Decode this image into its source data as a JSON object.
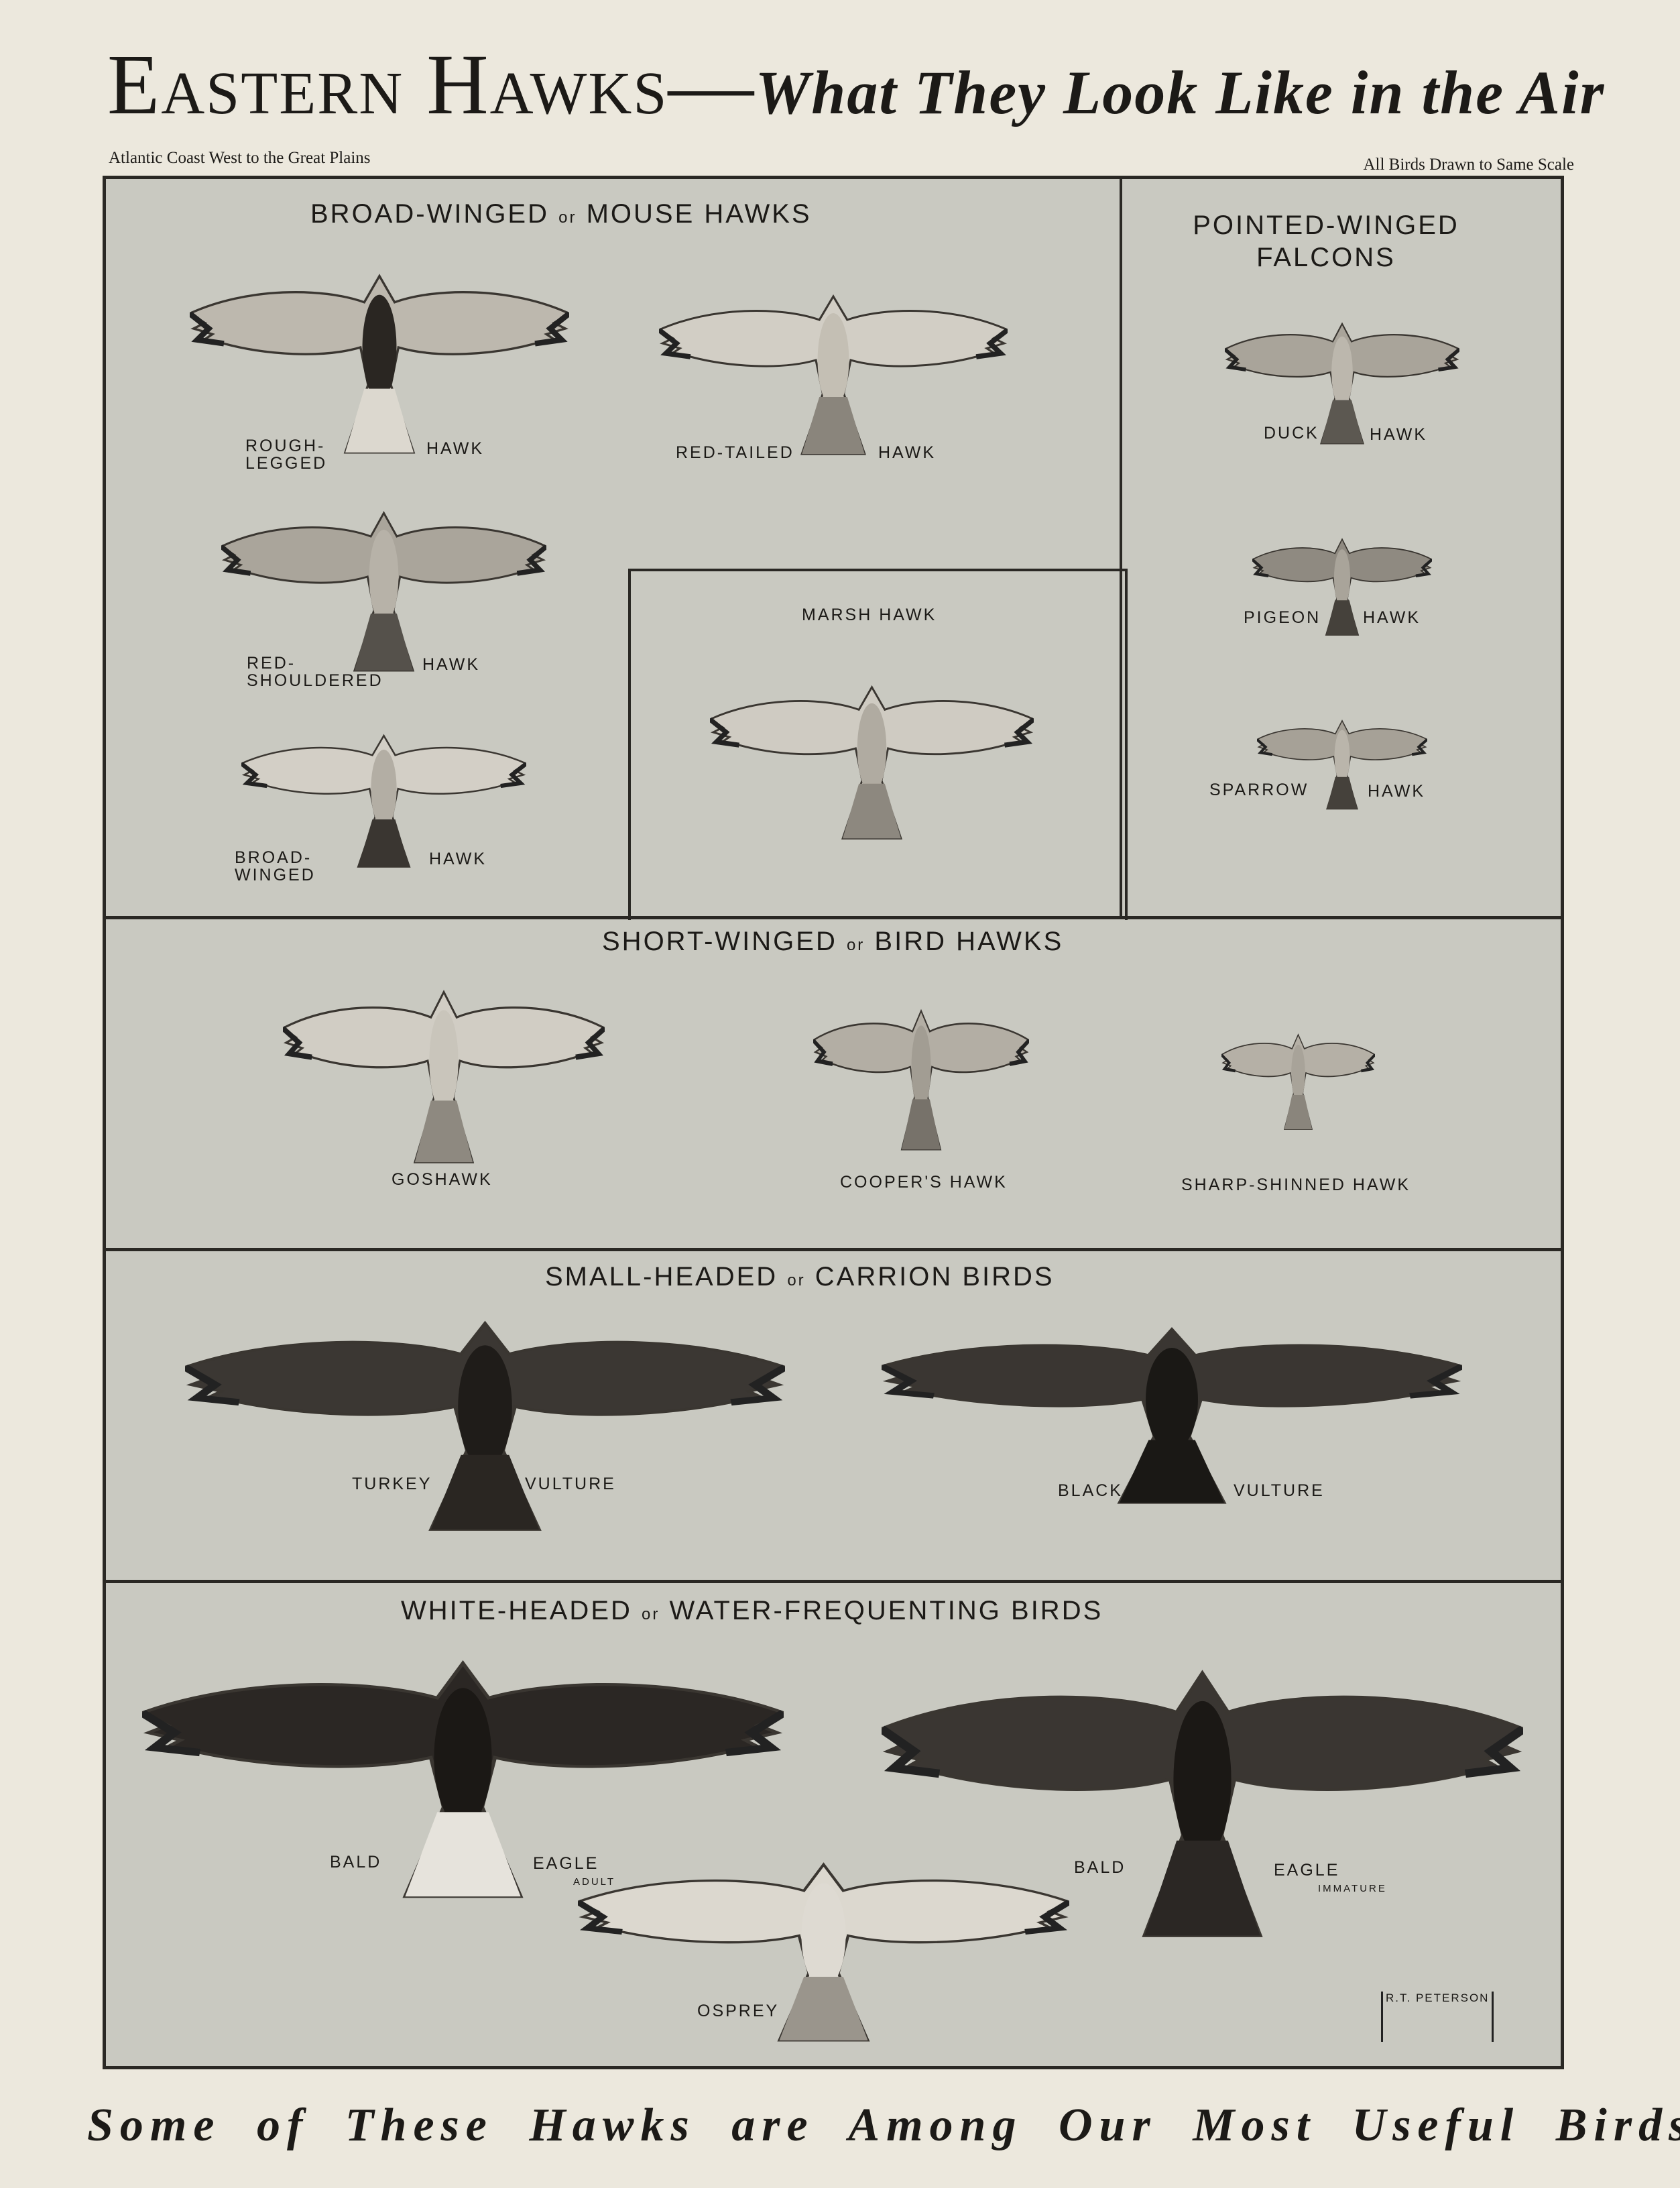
{
  "header": {
    "title_main": "Eastern Hawks—",
    "title_italic": "What They Look Like in the Air",
    "subtitle_left": "Atlantic Coast West to the Great Plains",
    "subtitle_right": "All Birds Drawn to Same Scale"
  },
  "sections": {
    "broad_winged": {
      "title_a": "BROAD-WINGED",
      "or": "or",
      "title_b": "MOUSE HAWKS"
    },
    "falcons": {
      "title": "POINTED-WINGED FALCONS"
    },
    "short_winged": {
      "title_a": "SHORT-WINGED",
      "or": "or",
      "title_b": "BIRD HAWKS"
    },
    "carrion": {
      "title_a": "SMALL-HEADED",
      "or": "or",
      "title_b": "CARRION BIRDS"
    },
    "white_headed": {
      "title_a": "WHITE-HEADED",
      "or": "or",
      "title_b": "WATER-FREQUENTING BIRDS"
    }
  },
  "birds": {
    "rough_legged": {
      "a": "ROUGH-\nLEGGED",
      "b": "HAWK"
    },
    "red_tailed": {
      "a": "RED-TAILED",
      "b": "HAWK"
    },
    "red_shouldered": {
      "a": "RED-\nSHOULDERED",
      "b": "HAWK"
    },
    "broad_winged": {
      "a": "BROAD-\nWINGED",
      "b": "HAWK"
    },
    "marsh": {
      "a": "MARSH HAWK"
    },
    "duck": {
      "a": "DUCK",
      "b": "HAWK"
    },
    "pigeon": {
      "a": "PIGEON",
      "b": "HAWK"
    },
    "sparrow": {
      "a": "SPARROW",
      "b": "HAWK"
    },
    "goshawk": {
      "a": "GOSHAWK"
    },
    "coopers": {
      "a": "COOPER'S HAWK"
    },
    "sharp_shinned": {
      "a": "SHARP-SHINNED HAWK"
    },
    "turkey_vulture": {
      "a": "TURKEY",
      "b": "VULTURE"
    },
    "black_vulture": {
      "a": "BLACK",
      "b": "VULTURE"
    },
    "bald_adult": {
      "a": "BALD",
      "b": "EAGLE",
      "c": "ADULT"
    },
    "bald_immature": {
      "a": "BALD",
      "b": "EAGLE",
      "c": "IMMATURE"
    },
    "osprey": {
      "a": "OSPREY"
    }
  },
  "signature": "R.T. PETERSON",
  "footer": "Some of These Hawks are Among Our Most Useful Birds"
}
